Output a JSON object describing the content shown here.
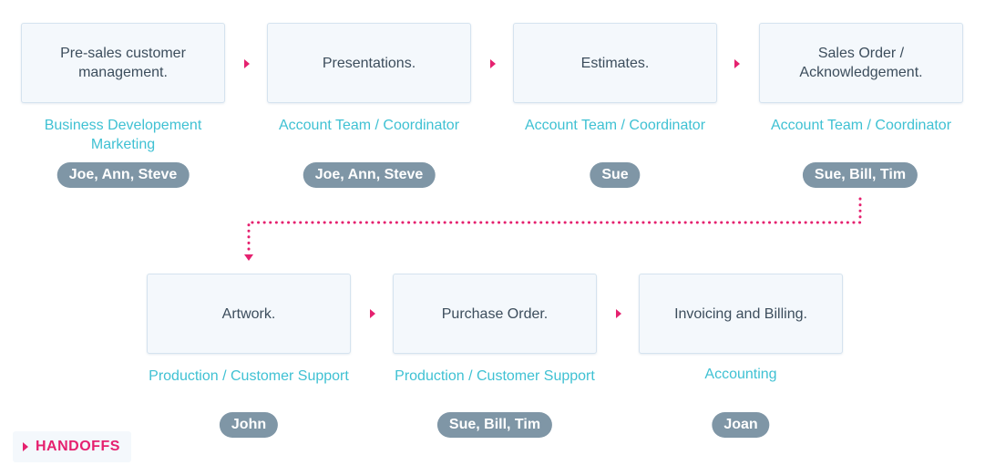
{
  "colors": {
    "accent_pink": "#e5216f",
    "role_teal": "#3fc1d3",
    "pill_gray": "#7f96a6",
    "box_bg": "#f4f8fc",
    "box_border": "#d5e3ef",
    "box_text": "#3c4d5c"
  },
  "steps": [
    {
      "title": "Pre-sales customer management.",
      "role": "Business Developement Marketing",
      "people": "Joe, Ann, Steve"
    },
    {
      "title": "Presentations.",
      "role": "Account Team / Coordinator",
      "people": "Joe, Ann, Steve"
    },
    {
      "title": "Estimates.",
      "role": "Account Team / Coordinator",
      "people": "Sue"
    },
    {
      "title": "Sales Order / Acknowledgement.",
      "role": "Account Team / Coordinator",
      "people": "Sue, Bill, Tim"
    },
    {
      "title": "Artwork.",
      "role": "Production / Customer Support",
      "people": "John"
    },
    {
      "title": "Purchase Order.",
      "role": "Production / Customer Support",
      "people": "Sue, Bill, Tim"
    },
    {
      "title": "Invoicing and Billing.",
      "role": "Accounting",
      "people": "Joan"
    }
  ],
  "legend": {
    "label": "HANDOFFS",
    "icon": "triangle-right-icon"
  }
}
